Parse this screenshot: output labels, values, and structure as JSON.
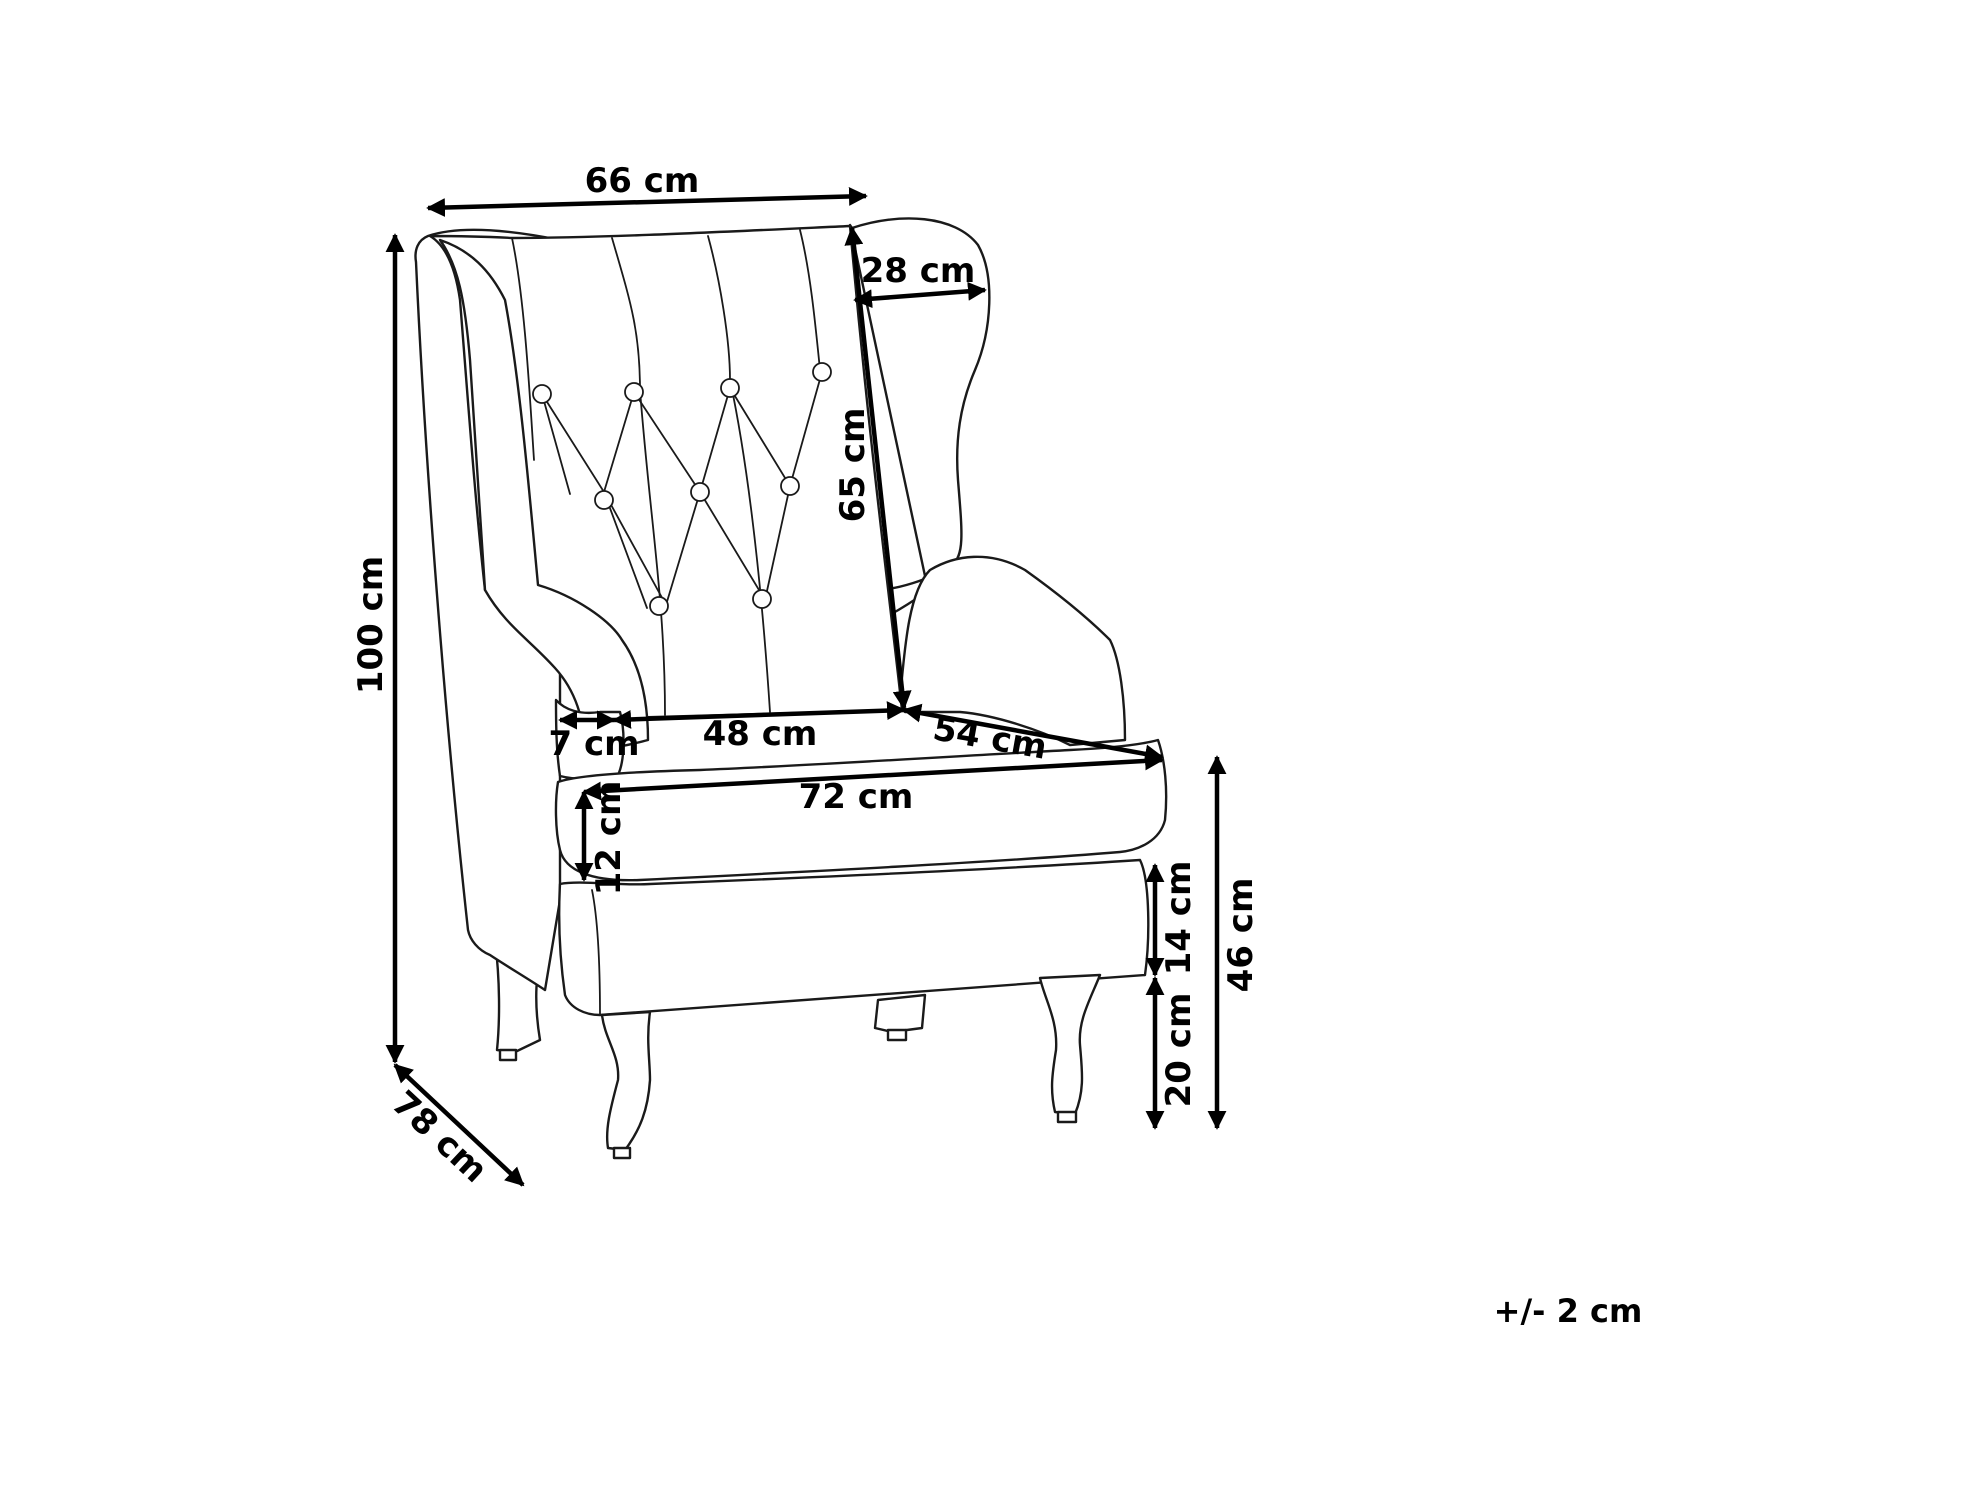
{
  "dimensions": {
    "width": "66 cm",
    "wing_depth": "28 cm",
    "back_height": "65 cm",
    "total_height": "100 cm",
    "arm_width": "7 cm",
    "seat_width": "48 cm",
    "seat_depth": "54 cm",
    "total_seat_width": "72 cm",
    "cushion_thickness": "12 cm",
    "base_height": "14 cm",
    "leg_height": "20 cm",
    "seat_height": "46 cm",
    "total_depth": "78 cm"
  },
  "tolerance": "+/- 2 cm"
}
